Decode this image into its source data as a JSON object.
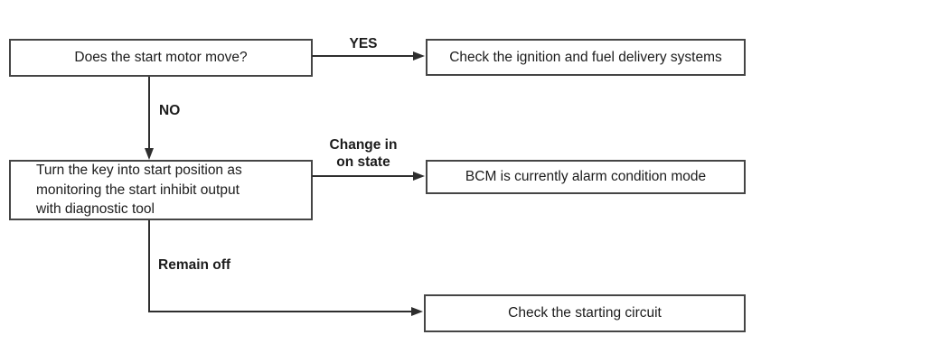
{
  "diagram": {
    "title": "start-motor-diagnostic-flowchart",
    "nodes": {
      "start_motor": {
        "label": "Does the start motor move?"
      },
      "turn_key": {
        "lines": [
          "Turn the key into start position as",
          "monitoring the start inhibit output",
          "with diagnostic tool"
        ]
      },
      "check_ignition": {
        "label": "Check the ignition and fuel delivery systems"
      },
      "bcm": {
        "label": "BCM is currently alarm condition mode"
      },
      "starting_circuit": {
        "label": "Check the starting circuit"
      }
    },
    "edges": {
      "yes": {
        "label": "YES"
      },
      "no": {
        "label": "NO"
      },
      "change": {
        "label_line1": "Change in",
        "label_line2": "on state"
      },
      "remain_off": {
        "label": "Remain off"
      }
    },
    "colors": {
      "box_border": "#454545",
      "connector": "#2e2e2e",
      "text": "#1c1c1c",
      "background": "#ffffff"
    }
  }
}
